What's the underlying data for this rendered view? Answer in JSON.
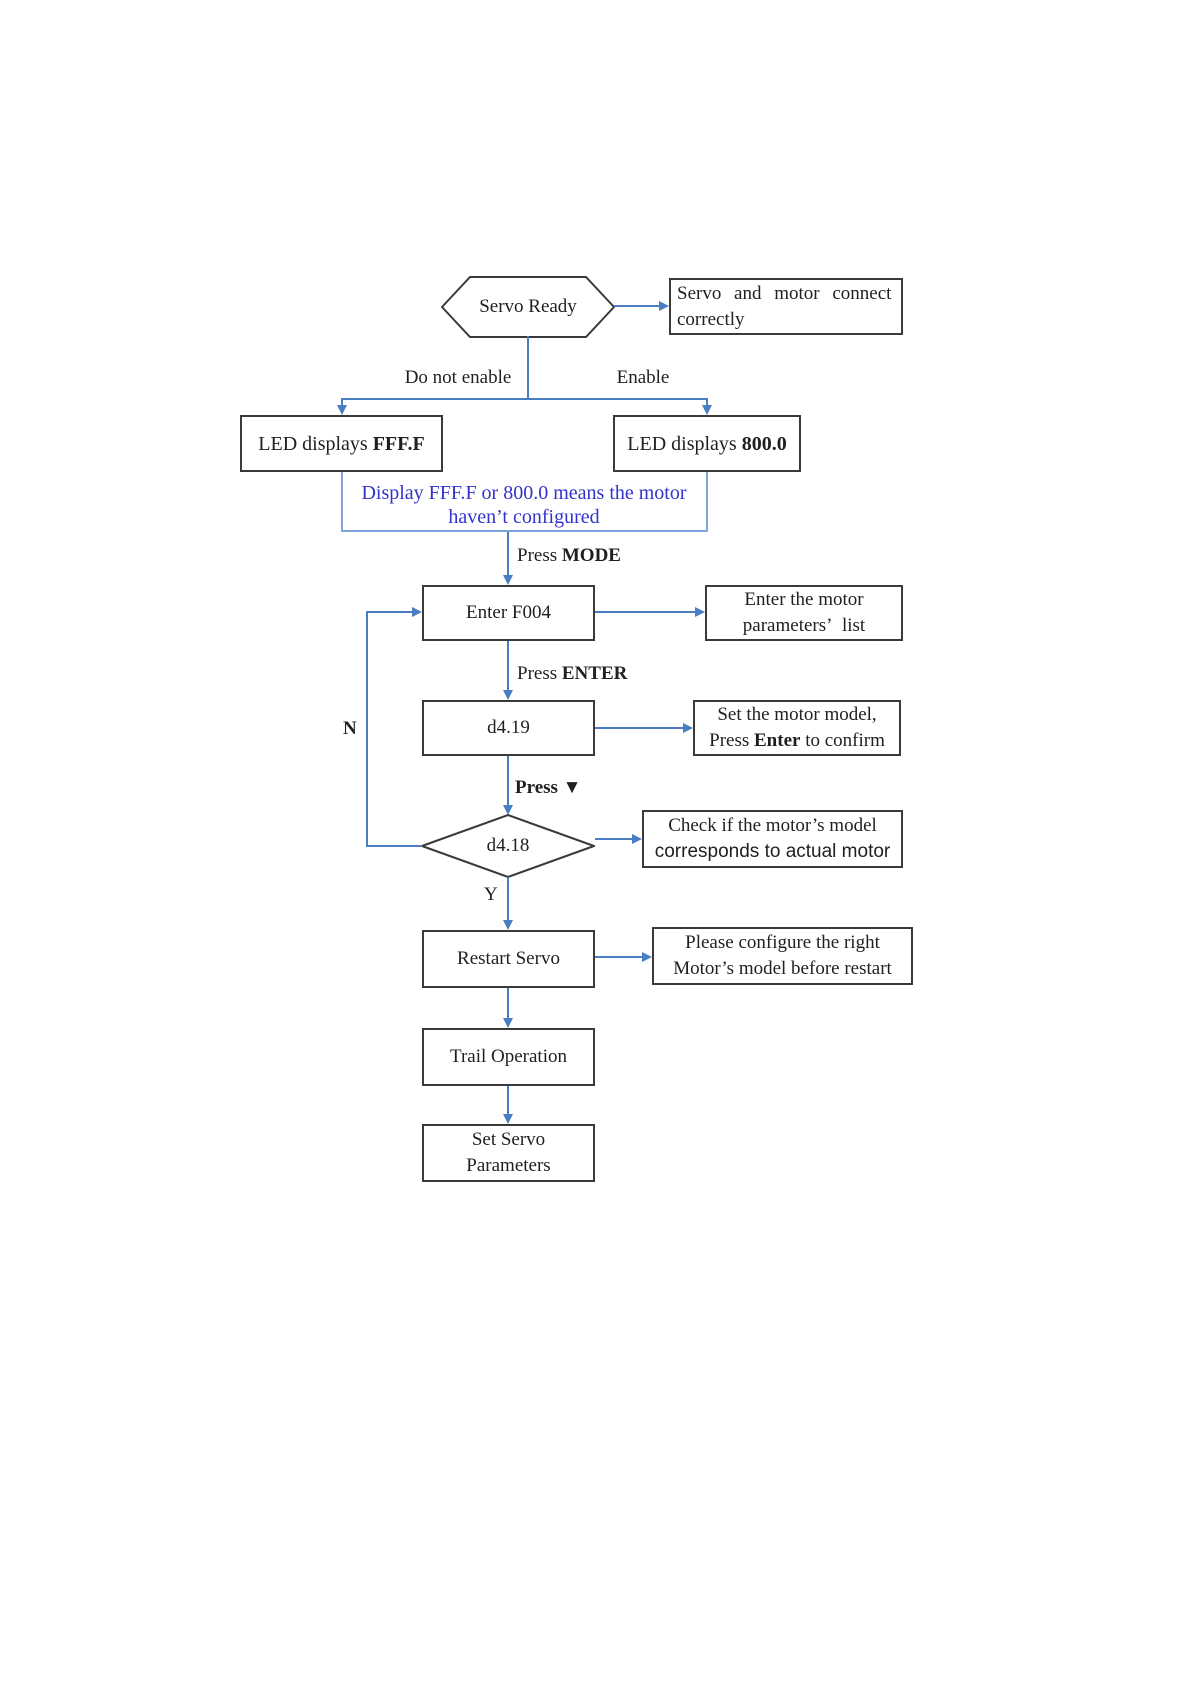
{
  "colors": {
    "connector_blue": "#4a7ec4",
    "bracket_blue": "#7da7dc",
    "note_text_blue": "#3333cc",
    "box_border": "#3a3a3a",
    "text": "#1f1f1f",
    "background": "#ffffff"
  },
  "flowchart": {
    "start": "Servo Ready",
    "start_note": {
      "line1": "Servo and motor connect",
      "line2": "correctly"
    },
    "branches": {
      "left": "Do not enable",
      "right": "Enable"
    },
    "led_left": {
      "prefix": "LED displays ",
      "value": "FFF.F"
    },
    "led_right": {
      "prefix": "LED displays ",
      "value": "800.0"
    },
    "config_note": {
      "line1": "Display FFF.F or 800.0 means the motor",
      "line2": "haven’t configured"
    },
    "press_mode": {
      "prefix": "Press ",
      "key": "MODE"
    },
    "enter_f004": "Enter F004",
    "f004_note": {
      "line1": "Enter the motor",
      "line2": "parameters’ list"
    },
    "press_enter": {
      "prefix": "Press ",
      "key": "ENTER"
    },
    "d419": "d4.19",
    "d419_note": {
      "line1": "Set the motor model,",
      "line2_prefix": "Press ",
      "line2_key": "Enter",
      "line2_suffix": " to confirm"
    },
    "press_down": {
      "prefix": "Press ",
      "key": "▼"
    },
    "d418": "d4.18",
    "d418_note": {
      "line1": "Check if the motor’s model",
      "line2": "corresponds to actual motor"
    },
    "decision": {
      "no": "N",
      "yes": "Y"
    },
    "restart": "Restart Servo",
    "restart_note": {
      "line1": "Please configure the right",
      "line2": "Motor’s model before restart"
    },
    "trail": "Trail Operation",
    "set_params": {
      "line1": "Set Servo",
      "line2": "Parameters"
    }
  }
}
